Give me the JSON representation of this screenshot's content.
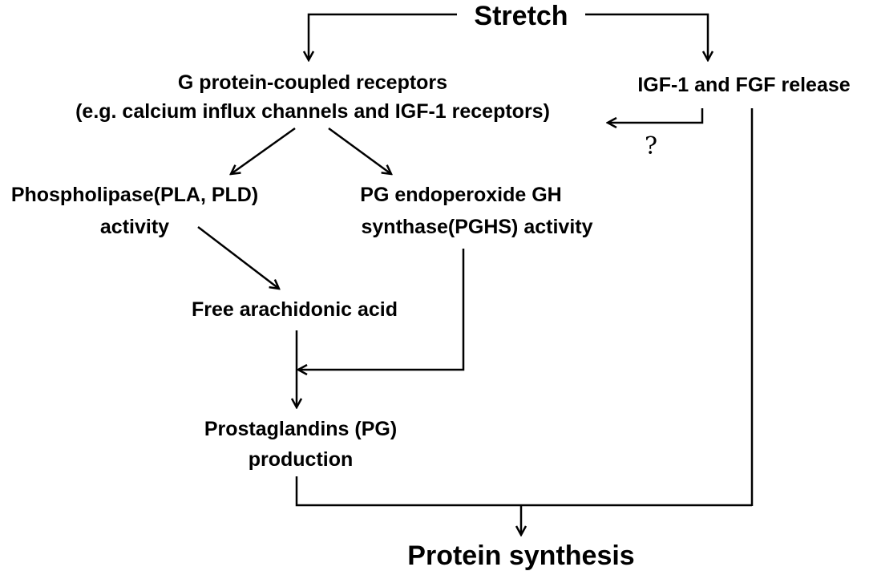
{
  "nodes": {
    "stretch": "Stretch",
    "gpcr_line1": "G protein-coupled receptors",
    "gpcr_line2": "(e.g. calcium influx channels and IGF-1 receptors)",
    "igf_release": "IGF-1 and FGF release",
    "unknown_link": "?",
    "phospholipase_line1": "Phospholipase(PLA, PLD)",
    "phospholipase_line2": "activity",
    "pghs_line1": "PG endoperoxide GH",
    "pghs_line2": "synthase(PGHS) activity",
    "free_aa": "Free arachidonic acid",
    "pg_line1": "Prostaglandins (PG)",
    "pg_line2": "production",
    "protein_synthesis": "Protein synthesis"
  },
  "colors": {
    "ink": "#000000",
    "background": "#ffffff"
  }
}
